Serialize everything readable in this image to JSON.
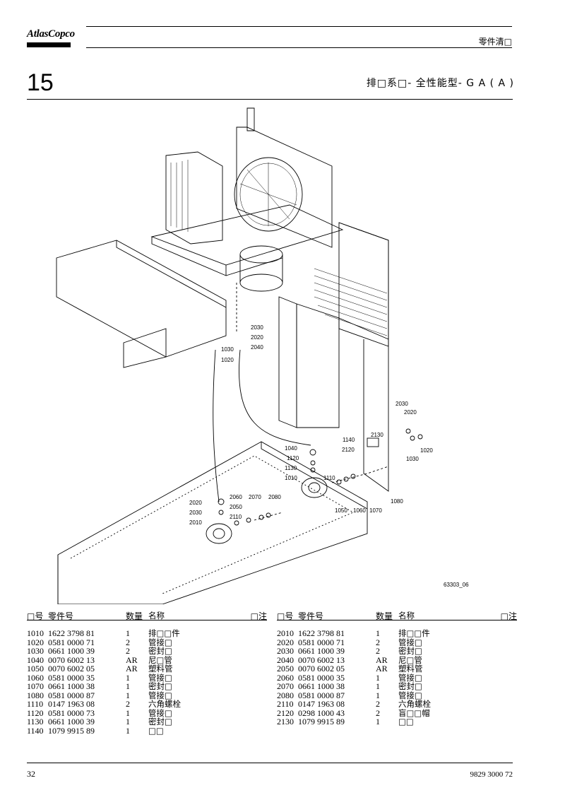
{
  "header": {
    "brand": "AtlasCopco",
    "title": "零件清□"
  },
  "section": {
    "number": "15",
    "title": "排□系□- 全性能型- G A ( A )"
  },
  "figure": {
    "id": "63303_06",
    "callouts": [
      "2030",
      "2020",
      "2040",
      "1030",
      "1020",
      "2030",
      "2020",
      "1020",
      "1030",
      "2130",
      "1140",
      "2120",
      "1040",
      "1120",
      "1130",
      "1010",
      "1110",
      "1080",
      "1050",
      "1060",
      "1070",
      "2020",
      "2030",
      "2010",
      "2060",
      "2050",
      "2110",
      "2070",
      "2080"
    ]
  },
  "table": {
    "headers": {
      "no": "□号",
      "part": "零件号",
      "qty": "数量",
      "name": "名称",
      "note": "□注"
    },
    "left_rows": [
      {
        "no": "1010",
        "part": "1622 3798 81",
        "qty": "1",
        "name": "排□□件"
      },
      {
        "no": "1020",
        "part": "0581 0000 71",
        "qty": "2",
        "name": "管接□"
      },
      {
        "no": "1030",
        "part": "0661 1000 39",
        "qty": "2",
        "name": "密封□"
      },
      {
        "no": "1040",
        "part": "0070 6002 13",
        "qty": "AR",
        "name": "尼□管"
      },
      {
        "no": "1050",
        "part": "0070 6002 05",
        "qty": "AR",
        "name": "塑料管"
      },
      {
        "no": "1060",
        "part": "0581 0000 35",
        "qty": "1",
        "name": "管接□"
      },
      {
        "no": "1070",
        "part": "0661 1000 38",
        "qty": "1",
        "name": "密封□"
      },
      {
        "no": "1080",
        "part": "0581 0000 87",
        "qty": "1",
        "name": "管接□"
      },
      {
        "no": "1110",
        "part": "0147 1963 08",
        "qty": "2",
        "name": "六角螺栓"
      },
      {
        "no": "1120",
        "part": "0581 0000 73",
        "qty": "1",
        "name": "管接□"
      },
      {
        "no": "1130",
        "part": "0661 1000 39",
        "qty": "1",
        "name": "密封□"
      },
      {
        "no": "1140",
        "part": "1079 9915 89",
        "qty": "1",
        "name": "□□"
      }
    ],
    "right_rows": [
      {
        "no": "2010",
        "part": "1622 3798 81",
        "qty": "1",
        "name": "排□□件"
      },
      {
        "no": "2020",
        "part": "0581 0000 71",
        "qty": "2",
        "name": "管接□"
      },
      {
        "no": "2030",
        "part": "0661 1000 39",
        "qty": "2",
        "name": "密封□"
      },
      {
        "no": "2040",
        "part": "0070 6002 13",
        "qty": "AR",
        "name": "尼□管"
      },
      {
        "no": "2050",
        "part": "0070 6002 05",
        "qty": "AR",
        "name": "塑料管"
      },
      {
        "no": "2060",
        "part": "0581 0000 35",
        "qty": "1",
        "name": "管接□"
      },
      {
        "no": "2070",
        "part": "0661 1000 38",
        "qty": "1",
        "name": "密封□"
      },
      {
        "no": "2080",
        "part": "0581 0000 87",
        "qty": "1",
        "name": "管接□"
      },
      {
        "no": "2110",
        "part": "0147 1963 08",
        "qty": "2",
        "name": "六角螺栓"
      },
      {
        "no": "2120",
        "part": "0298 1000 43",
        "qty": "2",
        "name": "盲□□帽"
      },
      {
        "no": "2130",
        "part": "1079 9915 89",
        "qty": "1",
        "name": "□□"
      }
    ]
  },
  "footer": {
    "page": "32",
    "doc_number": "9829 3000 72"
  }
}
